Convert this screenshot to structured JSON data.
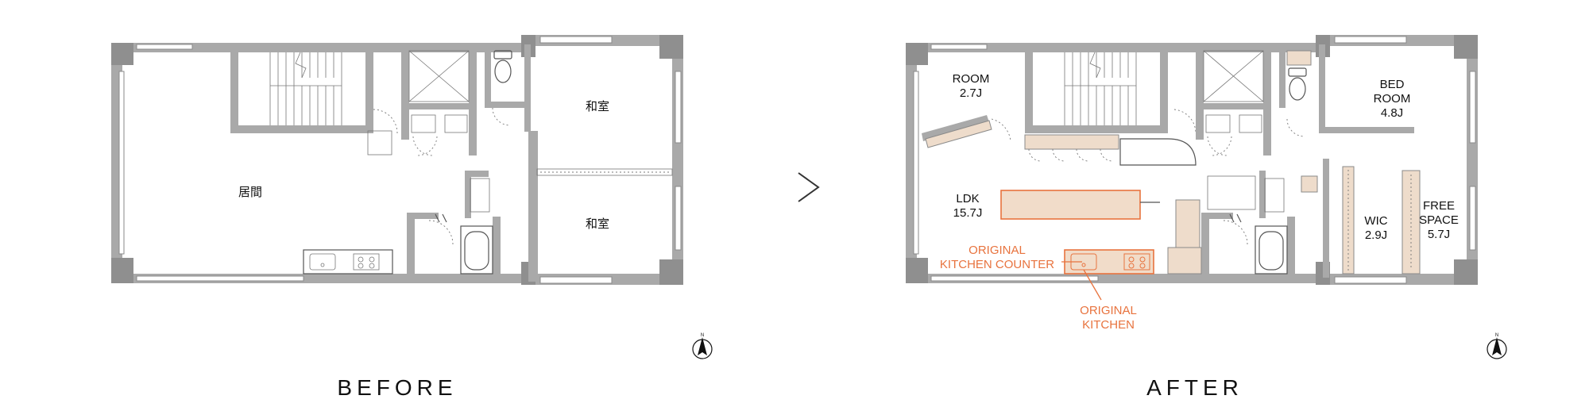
{
  "arrow": "arrow-right-icon",
  "before": {
    "title": "BEFORE",
    "rooms": {
      "living": "居間",
      "washitsu_top": "和室",
      "washitsu_bottom": "和室"
    }
  },
  "after": {
    "title": "AFTER",
    "rooms": {
      "room_name": "ROOM",
      "room_size": "2.7J",
      "ldk_name": "LDK",
      "ldk_size": "15.7J",
      "bed_line1": "BED",
      "bed_line2": "ROOM",
      "bed_size": "4.8J",
      "wic_name": "WIC",
      "wic_size": "2.9J",
      "free_line1": "FREE",
      "free_line2": "SPACE",
      "free_size": "5.7J"
    },
    "annotations": {
      "counter_line1": "ORIGINAL",
      "counter_line2": "KITCHEN COUNTER",
      "kitchen_line1": "ORIGINAL",
      "kitchen_line2": "KITCHEN"
    },
    "colors": {
      "annotation": "#e8733e",
      "annotation_fill": "#f1dcc9",
      "wall": "#a9a9a9"
    }
  },
  "north_marker": "N"
}
